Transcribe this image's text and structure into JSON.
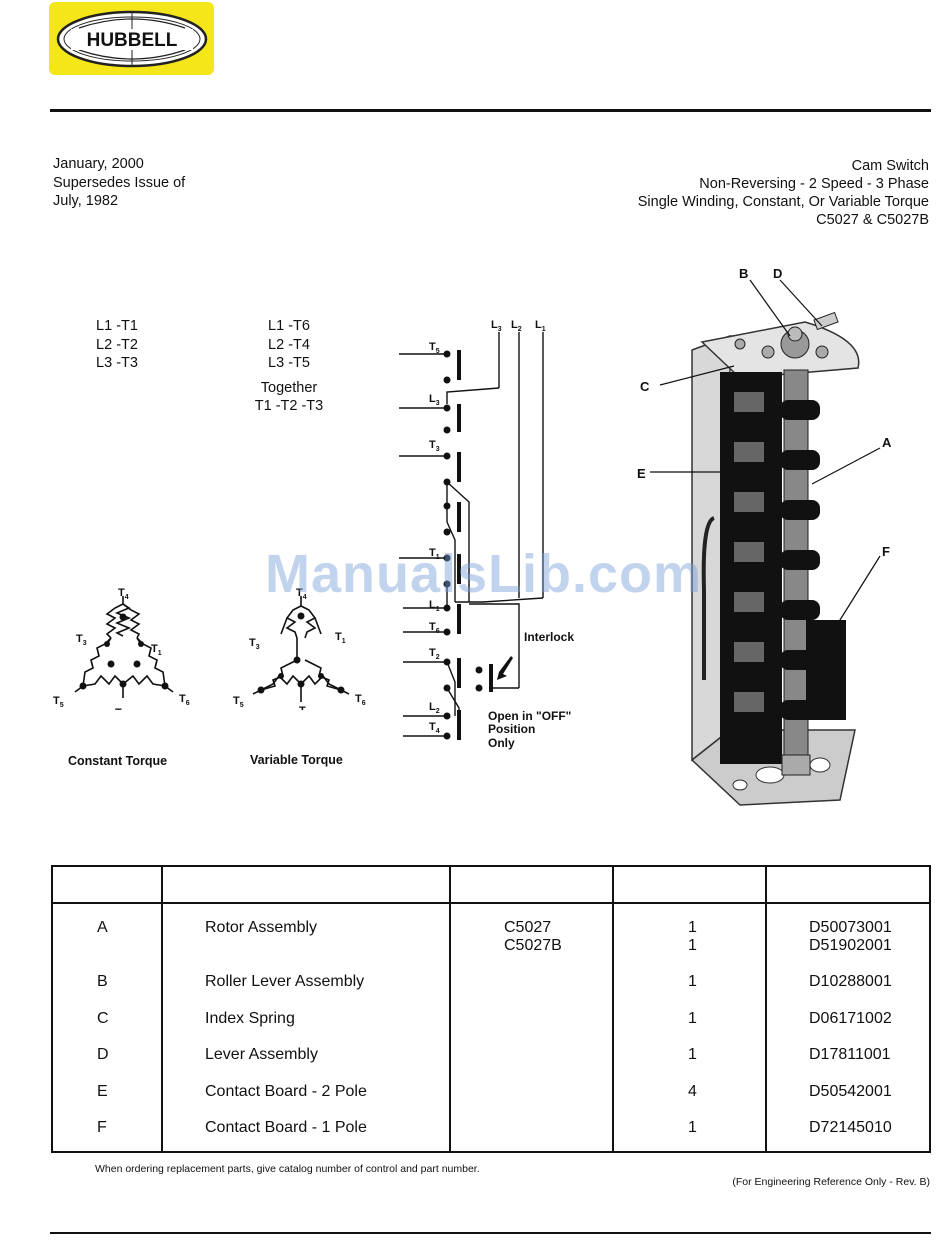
{
  "logo": {
    "text": "HUBBELL"
  },
  "header_left": [
    "January, 2000",
    "Supersedes Issue of",
    "July, 1982"
  ],
  "header_right": [
    "Cam Switch",
    "Non-Reversing -  2 Speed - 3 Phase",
    "Single Winding, Constant, Or Variable Torque",
    "C5027 & C5027B"
  ],
  "connections_low": [
    "L1 -T1",
    "L2 -T2",
    "L3 -T3"
  ],
  "connections_high": [
    "L1 -T6",
    "L2 -T4",
    "L3 -T5"
  ],
  "together": [
    "Together",
    "T1 -T2 -T3"
  ],
  "diagram_captions": {
    "constant": "Constant Torque",
    "variable": "Variable Torque"
  },
  "wiring": {
    "lines": [
      "L",
      "L",
      "L"
    ],
    "line_subs": [
      "3",
      "2",
      "1"
    ],
    "interlock": "Interlock",
    "off_note": [
      "Open in \"OFF\"",
      "Position",
      "Only"
    ]
  },
  "callouts": [
    "B",
    "D",
    "C",
    "A",
    "E",
    "F"
  ],
  "watermark": "ManualsLib.com",
  "parts_table": {
    "headers": [
      "",
      "",
      "",
      "",
      ""
    ],
    "rows": [
      {
        "ref": "A",
        "desc": "Rotor Assembly",
        "control": [
          "C5027",
          "C5027B"
        ],
        "qty": [
          "1",
          "1"
        ],
        "part": [
          "D50073001",
          "D51902001"
        ]
      },
      {
        "ref": "B",
        "desc": "Roller Lever Assembly",
        "control": [],
        "qty": [
          "1"
        ],
        "part": [
          "D10288001"
        ]
      },
      {
        "ref": "C",
        "desc": "Index Spring",
        "control": [],
        "qty": [
          "1"
        ],
        "part": [
          "D06171002"
        ]
      },
      {
        "ref": "D",
        "desc": "Lever Assembly",
        "control": [],
        "qty": [
          "1"
        ],
        "part": [
          "D17811001"
        ]
      },
      {
        "ref": "E",
        "desc": "Contact Board - 2 Pole",
        "control": [],
        "qty": [
          "4"
        ],
        "part": [
          "D50542001"
        ]
      },
      {
        "ref": "F",
        "desc": "Contact Board - 1 Pole",
        "control": [],
        "qty": [
          "1"
        ],
        "part": [
          "D72145010"
        ]
      }
    ]
  },
  "footer_note": "When ordering replacement parts, give catalog number of control and part number.",
  "footer_ref": "(For Engineering Reference Only - Rev. B)"
}
